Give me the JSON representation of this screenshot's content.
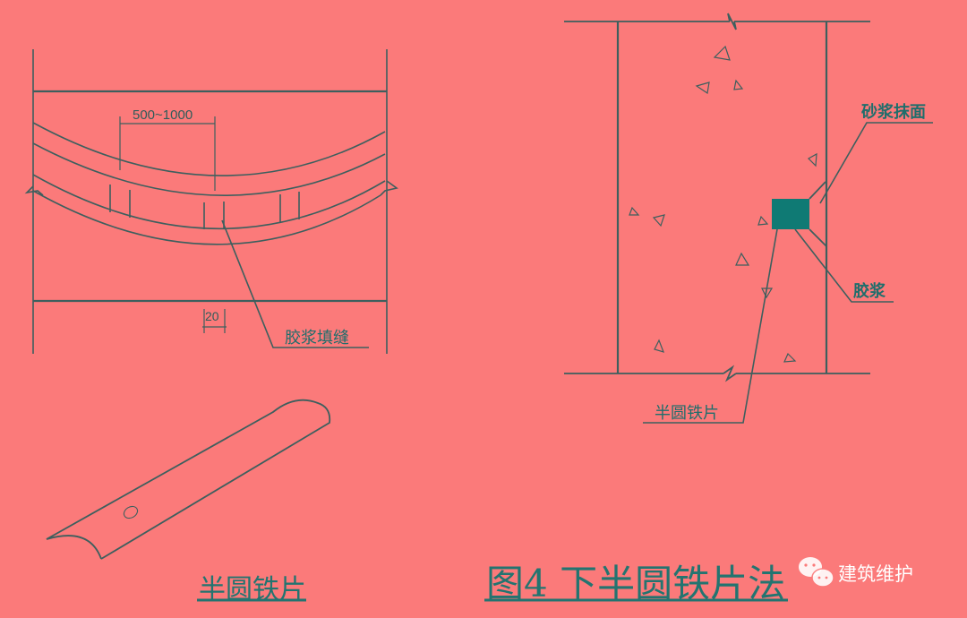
{
  "colors": {
    "background": "#fb7a7a",
    "line": "#3d5f5e",
    "accent": "#0f7a74",
    "label": "#1f6e6c",
    "watermark": "#ffffff"
  },
  "left_diagram": {
    "dimension_span": "500~1000",
    "dimension_gap": "20",
    "label_joint": "胶浆填缝"
  },
  "right_diagram": {
    "label_mortar_surface": "砂浆抹面",
    "label_glue": "胶浆",
    "label_half_round_plate": "半圆铁片"
  },
  "bottom_left": {
    "caption": "半圆铁片"
  },
  "figure": {
    "title": "图4  下半圆铁片法"
  },
  "watermark": {
    "icon": "wechat-icon",
    "text": "建筑维护"
  }
}
